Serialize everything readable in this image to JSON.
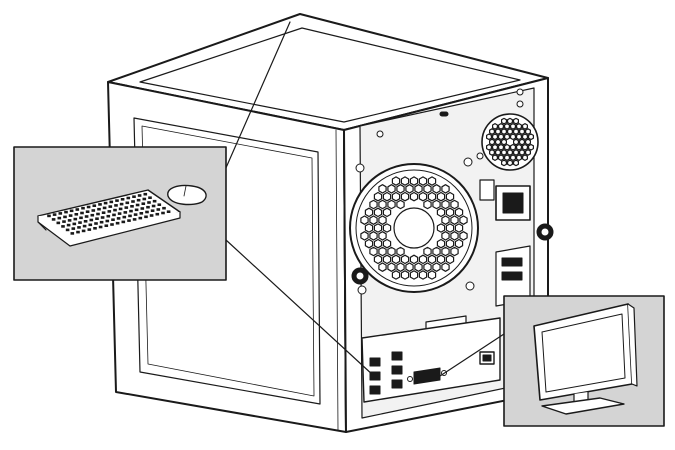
{
  "figure": {
    "subject": "rear-view-server-tower-connection-diagram",
    "callouts": [
      {
        "id": "keyboard-mouse",
        "target": "usb-ports"
      },
      {
        "id": "monitor",
        "target": "vga-port"
      }
    ]
  },
  "colors": {
    "line": "#1a1a1a",
    "panel_fill": "#ffffff",
    "inset_fill": "#d4d4d4",
    "rear_panel": "#f2f2f2"
  }
}
